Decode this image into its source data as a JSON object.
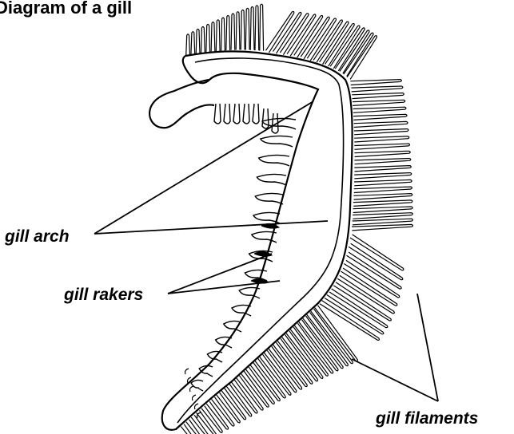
{
  "title": "Diagram of a gill",
  "labels": {
    "gill_arch": "gill arch",
    "gill_rakers": "gill rakers",
    "gill_filaments": "gill filaments"
  },
  "colors": {
    "ink": "#000000",
    "background": "#ffffff"
  }
}
